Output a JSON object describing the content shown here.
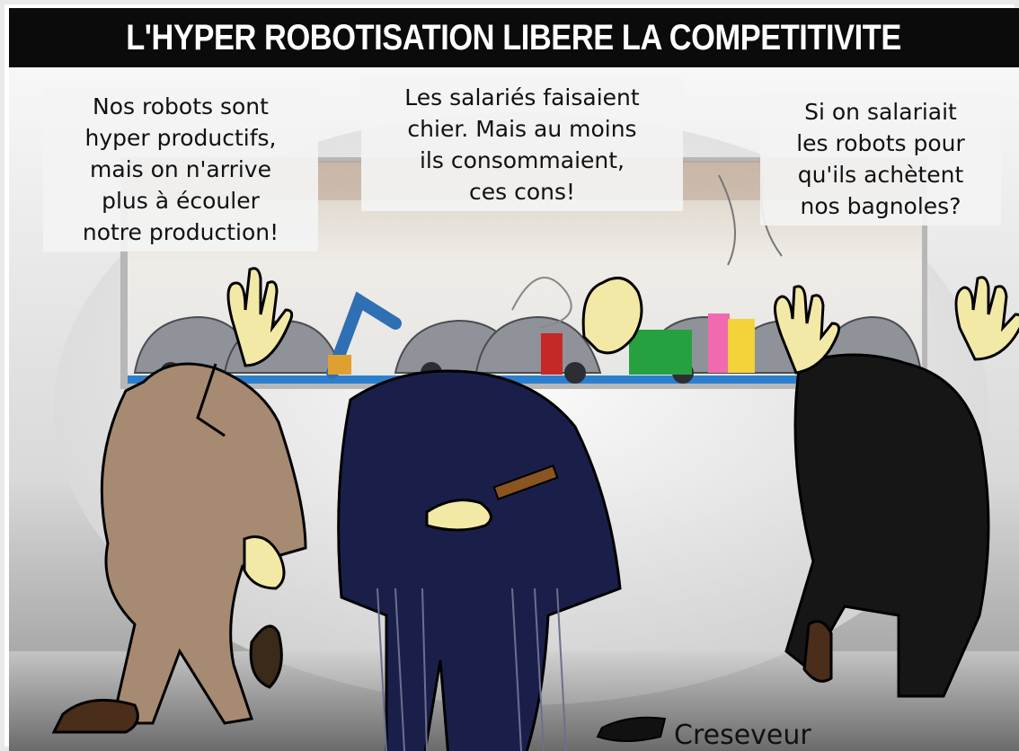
{
  "title": "L'HYPER ROBOTISATION LIBERE LA COMPETITIVITE",
  "bubbles": [
    {
      "lines": [
        "Nos robots sont",
        "hyper productifs,",
        "mais on n'arrive",
        "plus à écouler",
        "notre production!"
      ]
    },
    {
      "lines": [
        "Les salariés faisaient",
        "chier. Mais au moins",
        "ils consommaient,",
        "ces cons!"
      ]
    },
    {
      "lines": [
        "Si on salariait",
        "les robots pour",
        "qu'ils achètent",
        "nos bagnoles?"
      ]
    }
  ],
  "signature": "Creseveur",
  "colors": {
    "title_bg": "#0b0b0b",
    "title_text": "#ffffff",
    "suit_brown": "#a78a72",
    "suit_navy": "#1a1f4a",
    "suit_black": "#161616",
    "hand": "#f3e9a6"
  }
}
